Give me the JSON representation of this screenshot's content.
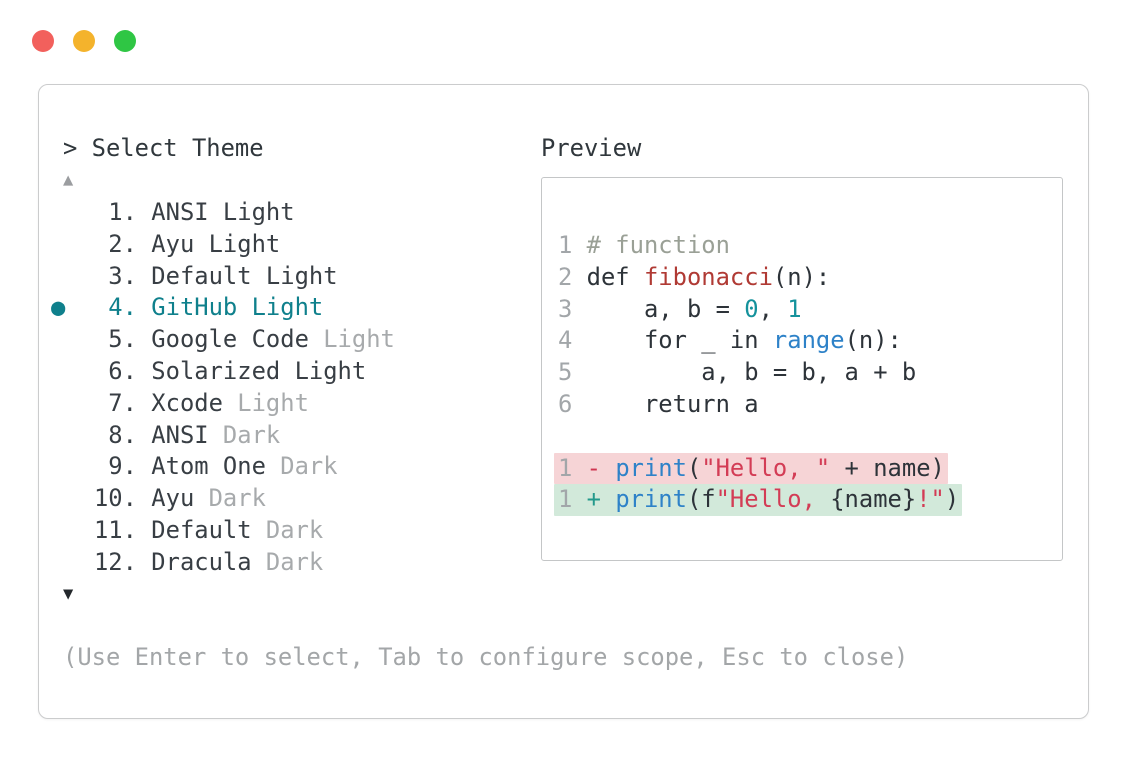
{
  "window": {
    "traffic_lights": [
      {
        "name": "close",
        "color": "#f2605c"
      },
      {
        "name": "minimize",
        "color": "#f4b32c"
      },
      {
        "name": "maximize",
        "color": "#2fc644"
      }
    ]
  },
  "selector": {
    "prompt": "> Select Theme",
    "scroll_up_icon": "▲",
    "scroll_down_icon": "▼",
    "selected_marker": "●",
    "items": [
      {
        "number": "1",
        "primary": "ANSI Light",
        "secondary": "",
        "selected": false
      },
      {
        "number": "2",
        "primary": "Ayu Light",
        "secondary": "",
        "selected": false
      },
      {
        "number": "3",
        "primary": "Default Light",
        "secondary": "",
        "selected": false
      },
      {
        "number": "4",
        "primary": "GitHub Light",
        "secondary": "",
        "selected": true
      },
      {
        "number": "5",
        "primary": "Google Code",
        "secondary": " Light",
        "selected": false
      },
      {
        "number": "6",
        "primary": "Solarized Light",
        "secondary": "",
        "selected": false
      },
      {
        "number": "7",
        "primary": "Xcode",
        "secondary": " Light",
        "selected": false
      },
      {
        "number": "8",
        "primary": "ANSI",
        "secondary": " Dark",
        "selected": false
      },
      {
        "number": "9",
        "primary": "Atom One",
        "secondary": " Dark",
        "selected": false
      },
      {
        "number": "10",
        "primary": "Ayu",
        "secondary": " Dark",
        "selected": false
      },
      {
        "number": "11",
        "primary": "Default",
        "secondary": " Dark",
        "selected": false
      },
      {
        "number": "12",
        "primary": "Dracula",
        "secondary": " Dark",
        "selected": false
      }
    ],
    "hint": "(Use Enter to select, Tab to configure scope, Esc to close)"
  },
  "preview": {
    "title": "Preview",
    "lines": [
      {
        "num": "1",
        "diff": "",
        "tokens": [
          {
            "t": "# function",
            "c": "comment"
          }
        ]
      },
      {
        "num": "2",
        "diff": "",
        "tokens": [
          {
            "t": "def ",
            "c": "code"
          },
          {
            "t": "fibonacci",
            "c": "func"
          },
          {
            "t": "(n):",
            "c": "code"
          }
        ]
      },
      {
        "num": "3",
        "diff": "",
        "tokens": [
          {
            "t": "    a, b = ",
            "c": "code"
          },
          {
            "t": "0",
            "c": "num"
          },
          {
            "t": ", ",
            "c": "code"
          },
          {
            "t": "1",
            "c": "num"
          }
        ]
      },
      {
        "num": "4",
        "diff": "",
        "tokens": [
          {
            "t": "    for _ in ",
            "c": "code"
          },
          {
            "t": "range",
            "c": "builtin"
          },
          {
            "t": "(n):",
            "c": "code"
          }
        ]
      },
      {
        "num": "5",
        "diff": "",
        "tokens": [
          {
            "t": "        a, b = b, a + b",
            "c": "code"
          }
        ]
      },
      {
        "num": "6",
        "diff": "",
        "tokens": [
          {
            "t": "    return a",
            "c": "code"
          }
        ]
      },
      {
        "num": "",
        "diff": "",
        "tokens": []
      },
      {
        "num": "1",
        "diff": "removed",
        "tokens": [
          {
            "t": "- ",
            "c": "minus"
          },
          {
            "t": "print",
            "c": "builtin"
          },
          {
            "t": "(",
            "c": "code"
          },
          {
            "t": "\"Hello, \"",
            "c": "string"
          },
          {
            "t": " + name)",
            "c": "code"
          }
        ]
      },
      {
        "num": "1",
        "diff": "added",
        "tokens": [
          {
            "t": "+ ",
            "c": "plus"
          },
          {
            "t": "print",
            "c": "builtin"
          },
          {
            "t": "(f",
            "c": "code"
          },
          {
            "t": "\"Hello, ",
            "c": "string"
          },
          {
            "t": "{name}",
            "c": "code"
          },
          {
            "t": "!\"",
            "c": "string"
          },
          {
            "t": ")",
            "c": "code"
          }
        ]
      }
    ]
  },
  "colors": {
    "accent_teal": "#0f808c",
    "text_dark": "#333a3f",
    "text_gray": "#a7aaac",
    "line_number_gray": "#a2a6a9",
    "comment_gray": "#9aa096",
    "function_red": "#b03a34",
    "string_red": "#d33c55",
    "builtin_blue": "#2e82c8",
    "number_teal": "#15929c",
    "diff_removed_bg": "#f6d4d6",
    "diff_added_bg": "#d2e9da",
    "panel_border": "#cbcccd"
  }
}
